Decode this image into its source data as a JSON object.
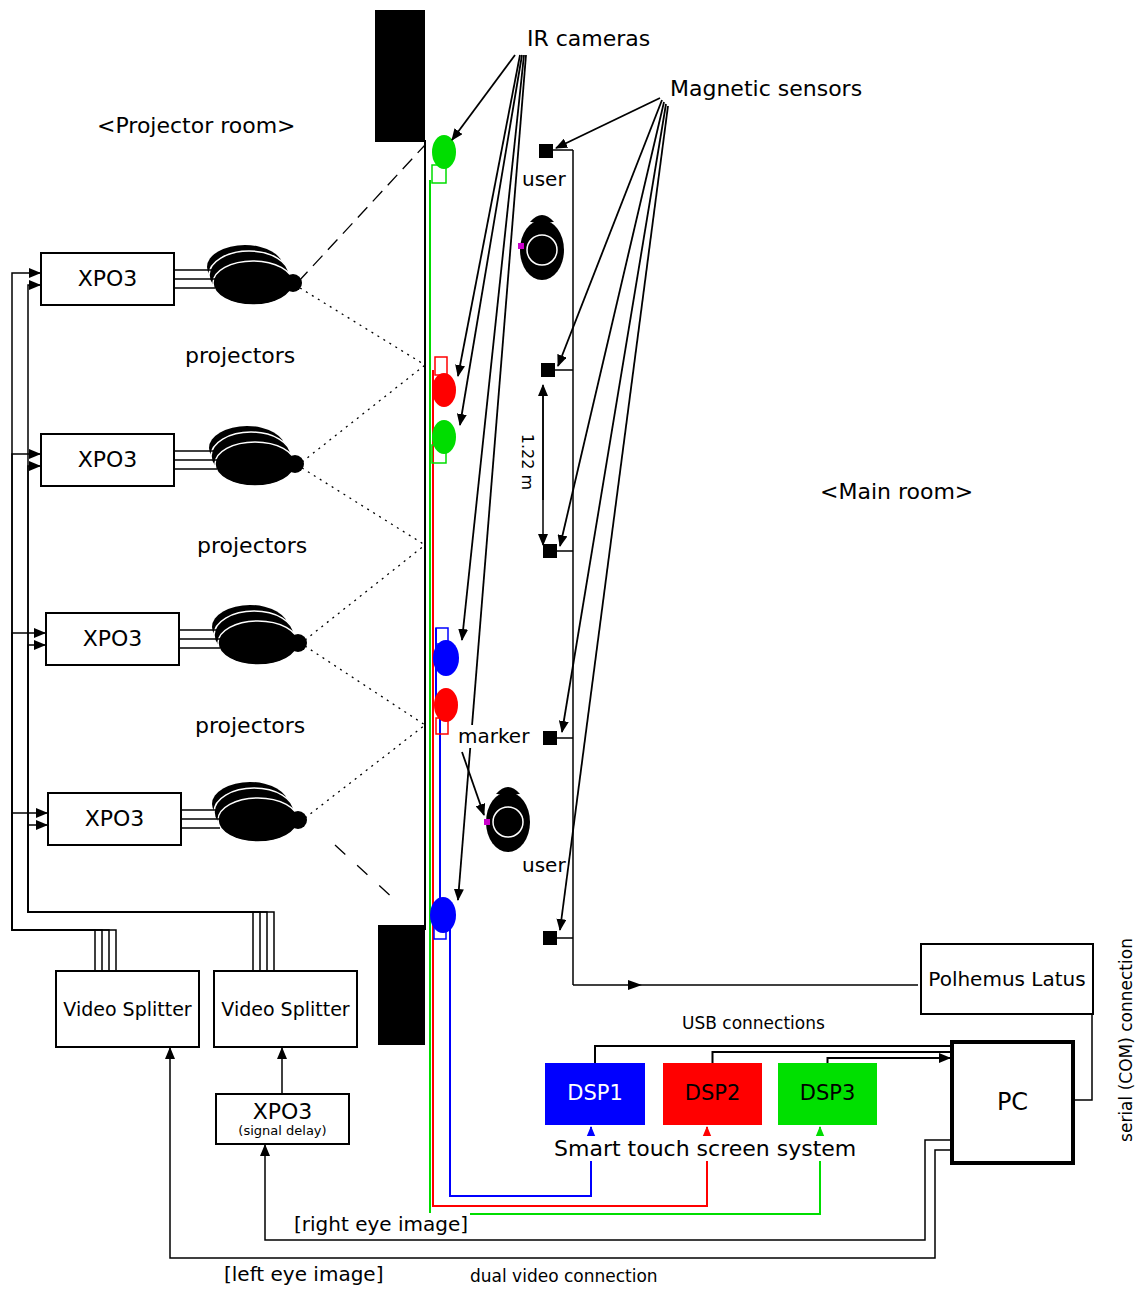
{
  "diagram": {
    "nodes": [
      {
        "text": [
          "XPO3"
        ]
      },
      {
        "text": [
          "XPO3"
        ]
      },
      {
        "text": [
          "XPO3"
        ]
      },
      {
        "text": [
          "XPO3"
        ]
      },
      {
        "text": [
          "Video Splitter"
        ]
      },
      {
        "text": [
          "Video Splitter"
        ]
      },
      {
        "text": [
          "XPO3",
          "(signal delay)"
        ]
      },
      {
        "text": [
          "Polhemus Latus"
        ]
      },
      {
        "text": [
          "PC"
        ]
      },
      {
        "text": [
          "DSP1"
        ]
      },
      {
        "text": [
          "DSP2"
        ]
      },
      {
        "text": [
          "DSP3"
        ]
      }
    ],
    "edges": [
      {
        "from": 4,
        "to": 0,
        "arrow": "to"
      },
      {
        "from": 4,
        "to": 1,
        "arrow": "to"
      },
      {
        "from": 4,
        "to": 2,
        "arrow": "to"
      },
      {
        "from": 4,
        "to": 3,
        "arrow": "to"
      },
      {
        "from": 5,
        "to": 0,
        "arrow": "to"
      },
      {
        "from": 5,
        "to": 1,
        "arrow": "to"
      },
      {
        "from": 5,
        "to": 2,
        "arrow": "to"
      },
      {
        "from": 5,
        "to": 3,
        "arrow": "to"
      },
      {
        "from": 8,
        "to": 4,
        "arrow": "to"
      },
      {
        "from": 8,
        "to": 6,
        "arrow": "to"
      },
      {
        "from": 6,
        "to": 5,
        "arrow": "to"
      },
      {
        "from": 9,
        "to": 8,
        "arrow": "none"
      },
      {
        "from": 10,
        "to": 8,
        "arrow": "none"
      },
      {
        "from": 11,
        "to": 8,
        "arrow": "to"
      },
      {
        "from": 7,
        "to": 8,
        "arrow": "none"
      }
    ],
    "labels": [
      "IR cameras",
      "Magnetic sensors",
      "<Projector room>",
      "user",
      "projectors",
      "projectors",
      "projectors",
      "1.22 m",
      "<Main room>",
      "marker",
      "user",
      "USB connections",
      "serial (COM) connection",
      "Smart touch screen system",
      "[right eye image]",
      "[left eye image]",
      "dual video connection"
    ]
  }
}
